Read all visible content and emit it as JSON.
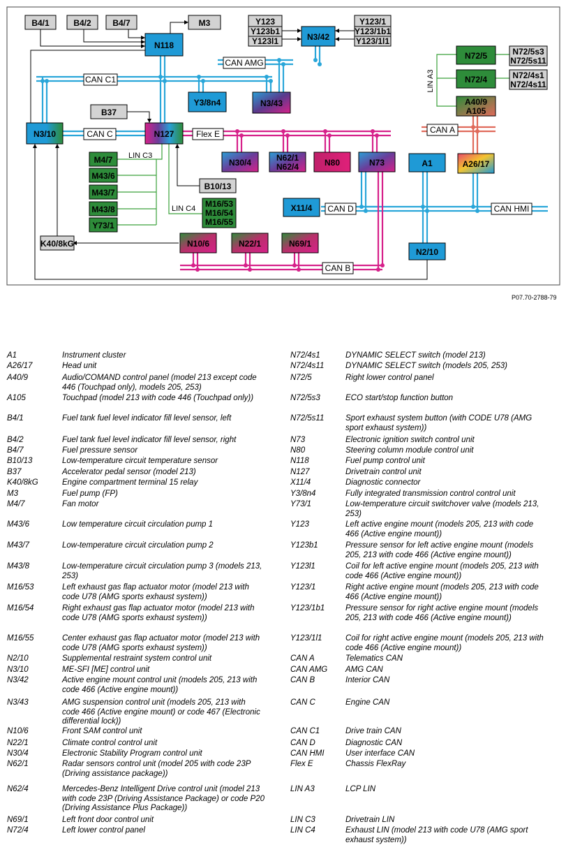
{
  "colors": {
    "can_bus": "#29a6d9",
    "flexray": "#d6218a",
    "can_a": "#e06a5a",
    "lin": "#3aa13a",
    "ecu_blue": "#1f9ad6",
    "ecu_green": "#2e8c3a",
    "sensor_gray": "#d3d3d3"
  },
  "diagram": {
    "nodes": {
      "B4_1": "B4/1",
      "B4_2": "B4/2",
      "B4_7": "B4/7",
      "N118": "N118",
      "M3": "M3",
      "Y123": "Y123",
      "Y123b1": "Y123b1",
      "Y123l1": "Y123l1",
      "N3_42": "N3/42",
      "Y123_1": "Y123/1",
      "Y123_1b1": "Y123/1b1",
      "Y123_1l1": "Y123/1l1",
      "N72_5": "N72/5",
      "N72_5s3": "N72/5s3",
      "N72_5s11": "N72/5s11",
      "N72_4": "N72/4",
      "N72_4s1": "N72/4s1",
      "N72_4s11": "N72/4s11",
      "A40_9": "A40/9",
      "A105": "A105",
      "Y3_8n4": "Y3/8n4",
      "N3_43": "N3/43",
      "B37": "B37",
      "N3_10": "N3/10",
      "N127": "N127",
      "N30_4": "N30/4",
      "N62_1": "N62/1",
      "N62_4": "N62/4",
      "N80": "N80",
      "N73": "N73",
      "A1": "A1",
      "A26_17": "A26/17",
      "M4_7": "M4/7",
      "M43_6": "M43/6",
      "M43_7": "M43/7",
      "M43_8": "M43/8",
      "Y73_1": "Y73/1",
      "B10_13": "B10/13",
      "M16_53": "M16/53",
      "M16_54": "M16/54",
      "M16_55": "M16/55",
      "X11_4": "X11/4",
      "K40_8kG": "K40/8kG",
      "N10_6": "N10/6",
      "N22_1": "N22/1",
      "N69_1": "N69/1",
      "N2_10": "N2/10"
    },
    "buses": {
      "can_amg": "CAN AMG",
      "can_c1": "CAN C1",
      "can_c": "CAN C",
      "flex_e": "Flex E",
      "can_a": "CAN A",
      "can_d": "CAN D",
      "can_hmi": "CAN HMI",
      "can_b": "CAN B",
      "lin_a3": "LIN A3",
      "lin_c3": "LIN C3",
      "lin_c4": "LIN C4"
    }
  },
  "figure_ref": "P07.70-2788-79",
  "legend_left": [
    {
      "key": "A1",
      "desc": "Instrument cluster"
    },
    {
      "key": "A26/17",
      "desc": "Head unit"
    },
    {
      "key": "A40/9",
      "desc": "Audio/COMAND control panel (model 213 except code 446 (Touchpad only), models 205, 253)"
    },
    {
      "key": "A105",
      "desc": "Touchpad (model 213 with code 446 (Touchpad only))"
    },
    {
      "key": "B4/1",
      "desc": "Fuel tank fuel level indicator fill level sensor, left"
    },
    {
      "key": "B4/2",
      "desc": "Fuel tank fuel level indicator fill level sensor, right"
    },
    {
      "key": "B4/7",
      "desc": "Fuel pressure sensor"
    },
    {
      "key": "B10/13",
      "desc": "Low-temperature circuit temperature sensor"
    },
    {
      "key": "B37",
      "desc": "Accelerator pedal sensor (model 213)"
    },
    {
      "key": "K40/8kG",
      "desc": "Engine compartment terminal 15 relay"
    },
    {
      "key": "M3",
      "desc": "Fuel pump (FP)"
    },
    {
      "key": "M4/7",
      "desc": "Fan motor"
    },
    {
      "key": "M43/6",
      "desc": "Low temperature circuit circulation pump 1"
    },
    {
      "key": "M43/7",
      "desc": "Low-temperature circuit circulation pump 2"
    },
    {
      "key": "M43/8",
      "desc": "Low-temperature circuit circulation pump 3 (models 213, 253)"
    },
    {
      "key": "M16/53",
      "desc": "Left exhaust gas flap actuator motor (model 213 with code U78 (AMG sports exhaust system))"
    },
    {
      "key": "M16/54",
      "desc": "Right exhaust gas flap actuator motor (model 213 with code U78 (AMG sports exhaust system))"
    },
    {
      "key": "M16/55",
      "desc": "Center exhaust gas flap actuator motor (model 213 with code U78 (AMG sports exhaust system))"
    },
    {
      "key": "N2/10",
      "desc": "Supplemental restraint system control unit"
    },
    {
      "key": "N3/10",
      "desc": "ME-SFI [ME] control unit"
    },
    {
      "key": "N3/42",
      "desc": "Active engine mount control unit (models 205, 213 with code 466 (Active engine mount))"
    },
    {
      "key": "N3/43",
      "desc": "AMG suspension control unit (models 205, 213 with code 466 (Active engine mount) or code 467 (Electronic differential lock))"
    },
    {
      "key": "N10/6",
      "desc": "Front SAM control unit"
    },
    {
      "key": "N22/1",
      "desc": "Climate control control unit"
    },
    {
      "key": "N30/4",
      "desc": "Electronic Stability Program control unit"
    },
    {
      "key": "N62/1",
      "desc": "Radar sensors control unit (model 205 with code 23P (Driving assistance package))"
    },
    {
      "key": "N62/4",
      "desc": "Mercedes-Benz Intelligent Drive control unit (model 213 with code 23P (Driving Assistance Package) or code P20 (Driving Assistance Plus Package))"
    },
    {
      "key": "N69/1",
      "desc": "Left front door control unit"
    },
    {
      "key": "N72/4",
      "desc": "Left lower control panel"
    }
  ],
  "legend_right": [
    {
      "key": "N72/4s1",
      "desc": "DYNAMIC SELECT switch (model 213)"
    },
    {
      "key": "N72/4s11",
      "desc": "DYNAMIC SELECT switch (models 205, 253)"
    },
    {
      "key": "N72/5",
      "desc": "Right lower control panel"
    },
    {
      "key": "N72/5s3",
      "desc": "ECO start/stop function button"
    },
    {
      "key": "N72/5s11",
      "desc": "Sport exhaust system button (with CODE U78 (AMG sport exhaust system))"
    },
    {
      "key": "N73",
      "desc": "Electronic ignition switch control unit"
    },
    {
      "key": "N80",
      "desc": "Steering column module control unit"
    },
    {
      "key": "N118",
      "desc": "Fuel pump control unit"
    },
    {
      "key": "N127",
      "desc": "Drivetrain control unit"
    },
    {
      "key": "X11/4",
      "desc": "Diagnostic connector"
    },
    {
      "key": "Y3/8n4",
      "desc": "Fully integrated transmission control control unit"
    },
    {
      "key": "Y73/1",
      "desc": "Low-temperature circuit switchover valve (models 213, 253)"
    },
    {
      "key": "Y123",
      "desc": "Left active engine mount (models 205, 213 with code 466 (Active engine mount))"
    },
    {
      "key": "Y123b1",
      "desc": "Pressure sensor for left active engine mount (models 205, 213 with code 466 (Active engine mount))"
    },
    {
      "key": "Y123l1",
      "desc": "Coil for left active engine mount (models 205, 213 with code 466 (Active engine mount))"
    },
    {
      "key": "Y123/1",
      "desc": "Right active engine mount (models 205, 213 with code 466 (Active engine mount))"
    },
    {
      "key": "Y123/1b1",
      "desc": "Pressure sensor for right active engine mount (models 205, 213 with code 466 (Active engine mount))"
    },
    {
      "key": "Y123/1l1",
      "desc": "Coil for right active engine mount (models 205, 213 with code 466 (Active engine mount))"
    },
    {
      "key": "CAN A",
      "desc": "Telematics CAN"
    },
    {
      "key": "CAN AMG",
      "desc": "AMG CAN"
    },
    {
      "key": "CAN B",
      "desc": "Interior CAN"
    },
    {
      "key": "CAN C",
      "desc": "Engine CAN"
    },
    {
      "key": "CAN C1",
      "desc": "Drive train CAN"
    },
    {
      "key": "CAN D",
      "desc": "Diagnostic CAN"
    },
    {
      "key": "CAN HMI",
      "desc": "User interface CAN"
    },
    {
      "key": "Flex E",
      "desc": "Chassis FlexRay"
    },
    {
      "key": "LIN A3",
      "desc": "LCP LIN"
    },
    {
      "key": "LIN C3",
      "desc": "Drivetrain LIN"
    },
    {
      "key": "LIN C4",
      "desc": "Exhaust LIN (model 213 with code U78 (AMG sport exhaust system))"
    }
  ]
}
